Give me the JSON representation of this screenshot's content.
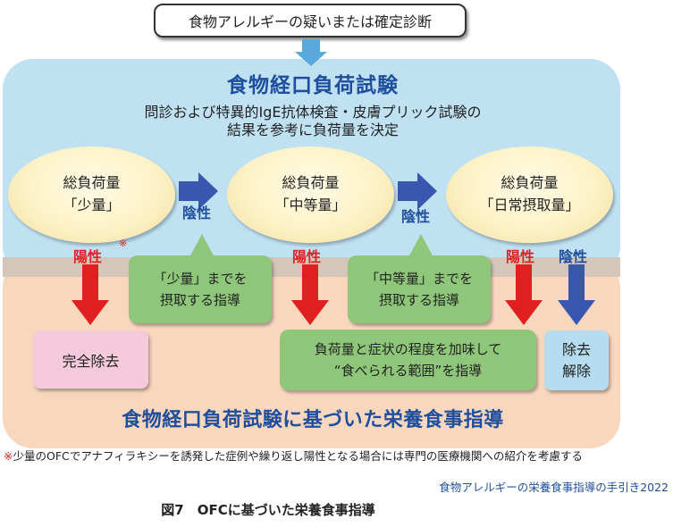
{
  "start": {
    "label": "食物アレルギーの疑いまたは確定診断"
  },
  "ofc": {
    "title": "食物経口負荷試験",
    "description_line1": "問診および特異的IgE抗体検査・皮膚プリック試験の",
    "description_line2": "結果を参考に負荷量を決定",
    "steps": [
      {
        "line1": "総負荷量",
        "line2": "「少量」"
      },
      {
        "line1": "総負荷量",
        "line2": "「中等量」"
      },
      {
        "line1": "総負荷量",
        "line2": "「日常摂取量」"
      }
    ]
  },
  "arrows": {
    "negative_label": "陰性",
    "positive_label": "陽性",
    "note_mark": "※"
  },
  "guidance": {
    "title": "食物経口負荷試験に基づいた栄養食事指導",
    "small_line1": "「少量」までを",
    "small_line2": "摂取する指導",
    "mid_line1": "「中等量」までを",
    "mid_line2": "摂取する指導",
    "apply_line1": "負荷量と症状の程度を加味して",
    "apply_line2": "“食べられる範囲”を指導"
  },
  "results": {
    "remove": "完全除去",
    "release_line1": "除去",
    "release_line2": "解除"
  },
  "footnote": {
    "mark": "※",
    "text": "少量のOFCでアナフィラキシーを誘発した症例や繰り返し陽性となる場合には専門の医療機関への紹介を考慮する"
  },
  "source": "食物アレルギーの栄養食事指導の手引き2022",
  "caption": "図7　OFCに基づいた栄養食事指導",
  "colors": {
    "title_blue": "#1f4e9c",
    "positive_red": "#e02020",
    "negative_blue": "#3a57b0",
    "ofc_panel": "#bfe1f2",
    "guide_panel": "#f8d7bf",
    "green_box": "#8fc77a",
    "remove_box": "#f5cbdc",
    "release_box": "#b6dcef"
  }
}
